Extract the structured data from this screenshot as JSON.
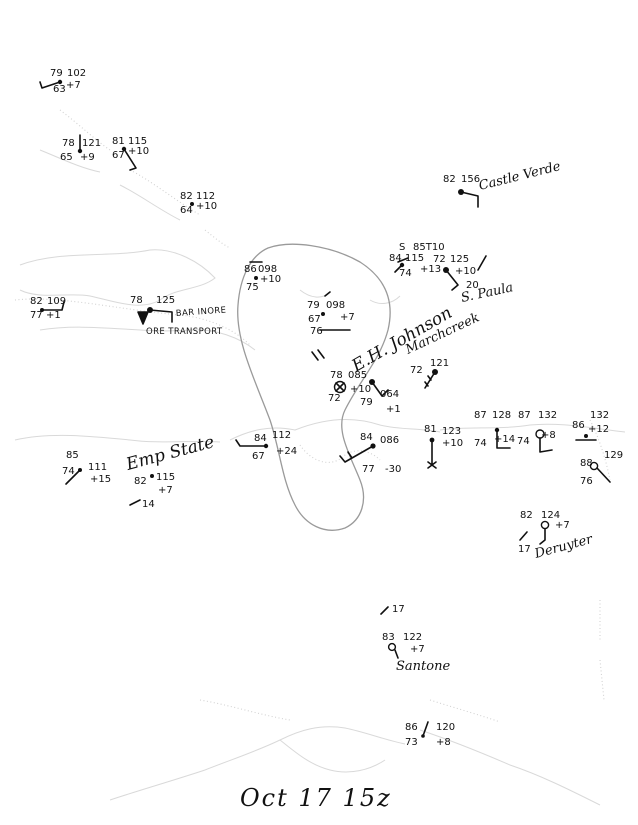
{
  "date_label": "Oct 17 15z",
  "ships": {
    "castle_verde": "Castle Verde",
    "san_paula": "S. Paula",
    "bar_inore": "BAR INORE",
    "ore_transport": "ORE TRANSPORT",
    "eh_johnson": "E.H. Johnson",
    "marchcreek": "Marchcreek",
    "emp_state": "Emp State",
    "deruyter": "Deruyter",
    "santone": "Santone"
  },
  "stations": {
    "s1": {
      "t": "79",
      "p": "102",
      "d": "63",
      "pt": "+7"
    },
    "s2": {
      "t": "78",
      "p": "121",
      "d": "65",
      "pt": "+9"
    },
    "s3": {
      "t": "81",
      "p": "115",
      "d": "67",
      "pt": "+10"
    },
    "s4": {
      "t": "82",
      "p": "112",
      "d": "64",
      "pt": "+10"
    },
    "s5": {
      "t": "82",
      "p": "156"
    },
    "s6": {
      "t": "84",
      "p": "115",
      "d": "74",
      "pt": "+13",
      "w": "S",
      "w2": "85T10"
    },
    "s7": {
      "t": "72",
      "p": "125",
      "pt": "+10",
      "v": "20"
    },
    "s8": {
      "t": "86",
      "p": "098",
      "d": "75",
      "pt": "+10"
    },
    "s9": {
      "t": "82",
      "p": "109",
      "d": "77",
      "pt": "+1"
    },
    "s10": {
      "t": "78",
      "p": "125"
    },
    "s11": {
      "t": "79",
      "p": "098",
      "d": "67",
      "pt": "+7",
      "d2": "76"
    },
    "s12": {
      "t": "78",
      "p": "085",
      "d": "72",
      "pt": "+10"
    },
    "s13": {
      "t": "79",
      "p": "064",
      "pt": "+1"
    },
    "s14": {
      "t": "72",
      "p": "121"
    },
    "s15": {
      "t": "84",
      "p": "112",
      "d": "67",
      "pt": "+24"
    },
    "s16": {
      "t": "84",
      "p": "086",
      "d": "77",
      "pt": "-30"
    },
    "s17": {
      "t": "81",
      "p": "123",
      "pt": "+10"
    },
    "s18": {
      "t": "87",
      "p": "128",
      "d": "74",
      "pt": "+14"
    },
    "s19": {
      "t": "87",
      "p": "132",
      "d": "74",
      "pt": "+8"
    },
    "s20": {
      "t": "86",
      "p": "132",
      "pt": "+12"
    },
    "s21": {
      "t": "88",
      "p": "129",
      "d": "76"
    },
    "s22": {
      "t": "85",
      "p": "111",
      "d": "74",
      "pt": "+15"
    },
    "s23": {
      "t": "82",
      "p": "115",
      "pt": "+7",
      "v": "14"
    },
    "s24": {
      "t": "82",
      "p": "124",
      "pt": "+7",
      "v": "17"
    },
    "s25": {
      "t": "83",
      "p": "122",
      "pt": "+7",
      "v": "17"
    },
    "s26": {
      "t": "86",
      "p": "120",
      "d": "73",
      "pt": "+8"
    }
  }
}
